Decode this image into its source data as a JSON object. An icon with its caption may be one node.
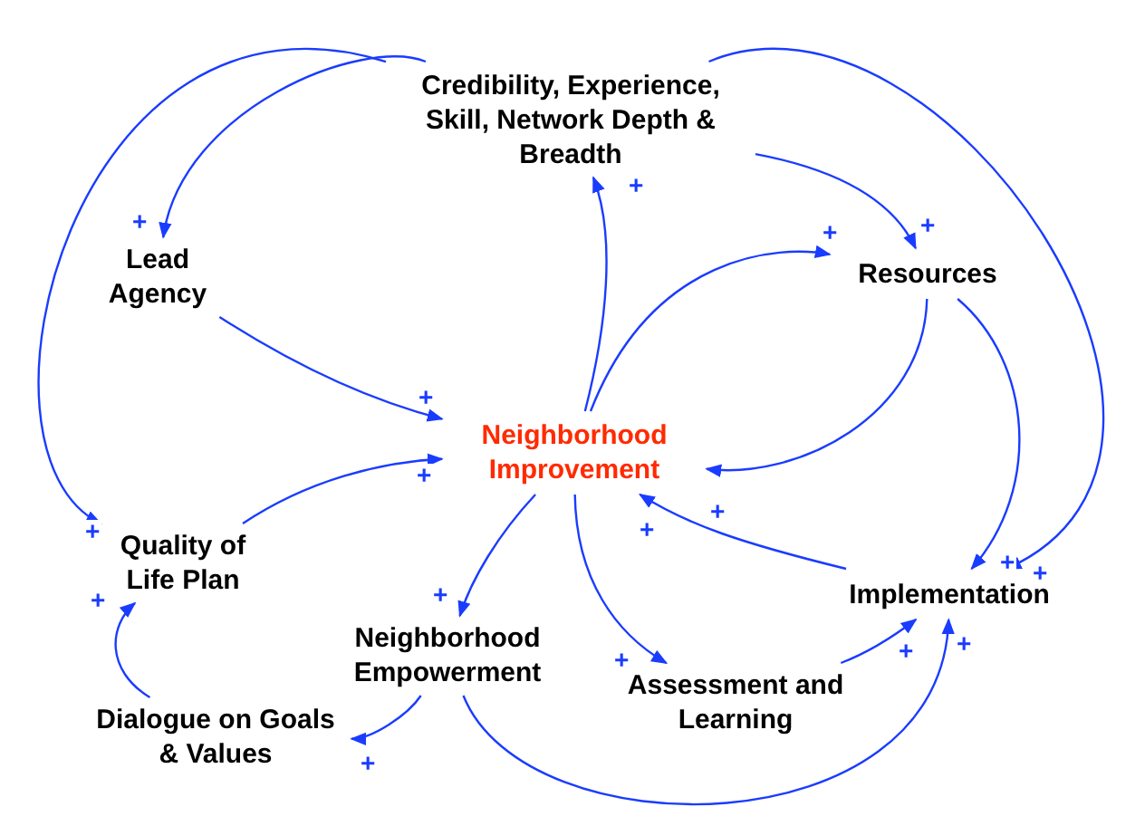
{
  "diagram": {
    "nodes": [
      {
        "text": [
          "Credibility, Experience, Skill, Network Depth & Breadth"
        ]
      },
      {
        "text": [
          "Lead Agency"
        ]
      },
      {
        "text": [
          "Resources"
        ]
      },
      {
        "text": [
          "Neighborhood Improvement"
        ]
      },
      {
        "text": [
          "Quality of Life Plan"
        ]
      },
      {
        "text": [
          "Neighborhood Empowerment"
        ]
      },
      {
        "text": [
          "Assessment and Learning"
        ]
      },
      {
        "text": [
          "Implementation"
        ]
      },
      {
        "text": [
          "Dialogue on Goals & Values"
        ]
      }
    ],
    "edges": [
      {
        "from": 0,
        "to": 1,
        "arrow": "to",
        "label": "+"
      },
      {
        "from": 0,
        "to": 4,
        "arrow": "to",
        "label": "+"
      },
      {
        "from": 0,
        "to": 2,
        "arrow": "to",
        "label": "+"
      },
      {
        "from": 0,
        "to": 7,
        "arrow": "to",
        "label": "+"
      },
      {
        "from": 1,
        "to": 3,
        "arrow": "to",
        "label": "+"
      },
      {
        "from": 3,
        "to": 0,
        "arrow": "to",
        "label": "+"
      },
      {
        "from": 3,
        "to": 2,
        "arrow": "to",
        "label": "+"
      },
      {
        "from": 2,
        "to": 3,
        "arrow": "to",
        "label": "+"
      },
      {
        "from": 2,
        "to": 7,
        "arrow": "to",
        "label": "+"
      },
      {
        "from": 7,
        "to": 3,
        "arrow": "to",
        "label": "+"
      },
      {
        "from": 4,
        "to": 3,
        "arrow": "to",
        "label": "+"
      },
      {
        "from": 3,
        "to": 5,
        "arrow": "to",
        "label": "+"
      },
      {
        "from": 3,
        "to": 6,
        "arrow": "to",
        "label": "+"
      },
      {
        "from": 5,
        "to": 8,
        "arrow": "to",
        "label": "+"
      },
      {
        "from": 8,
        "to": 4,
        "arrow": "to",
        "label": "+"
      },
      {
        "from": 6,
        "to": 7,
        "arrow": "to",
        "label": "+"
      },
      {
        "from": 5,
        "to": 7,
        "arrow": "to",
        "label": "+"
      }
    ]
  }
}
